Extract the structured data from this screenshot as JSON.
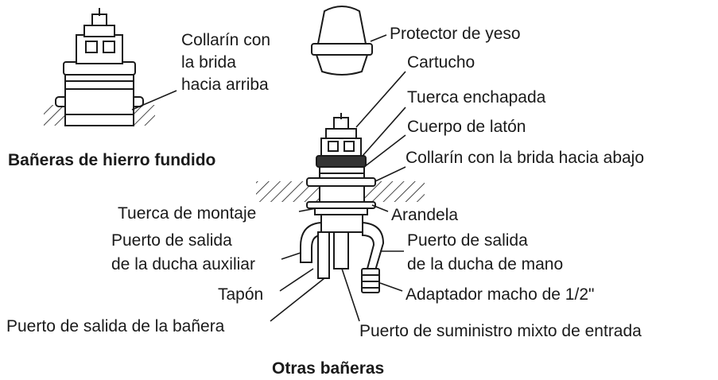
{
  "headings": {
    "cast_iron": "Bañeras de hierro fundido",
    "other": "Otras bañeras"
  },
  "labels": {
    "collar_up_line1": "Collarín con",
    "collar_up_line2": "la brida",
    "collar_up_line3": "hacia arriba",
    "plaster_guard": "Protector de yeso",
    "cartridge": "Cartucho",
    "plated_nut": "Tuerca enchapada",
    "brass_body": "Cuerpo de latón",
    "collar_down": "Collarín con la brida hacia abajo",
    "mounting_nut": "Tuerca de montaje",
    "washer": "Arandela",
    "aux_shower_line1": "Puerto de salida",
    "aux_shower_line2": "de la ducha auxiliar",
    "hand_shower_line1": "Puerto de salida",
    "hand_shower_line2": "de la ducha de mano",
    "plug": "Tapón",
    "adapter": "Adaptador macho de 1/2\"",
    "tub_outlet": "Puerto de salida de la bañera",
    "mixed_supply": "Puerto de suministro mixto de entrada"
  }
}
